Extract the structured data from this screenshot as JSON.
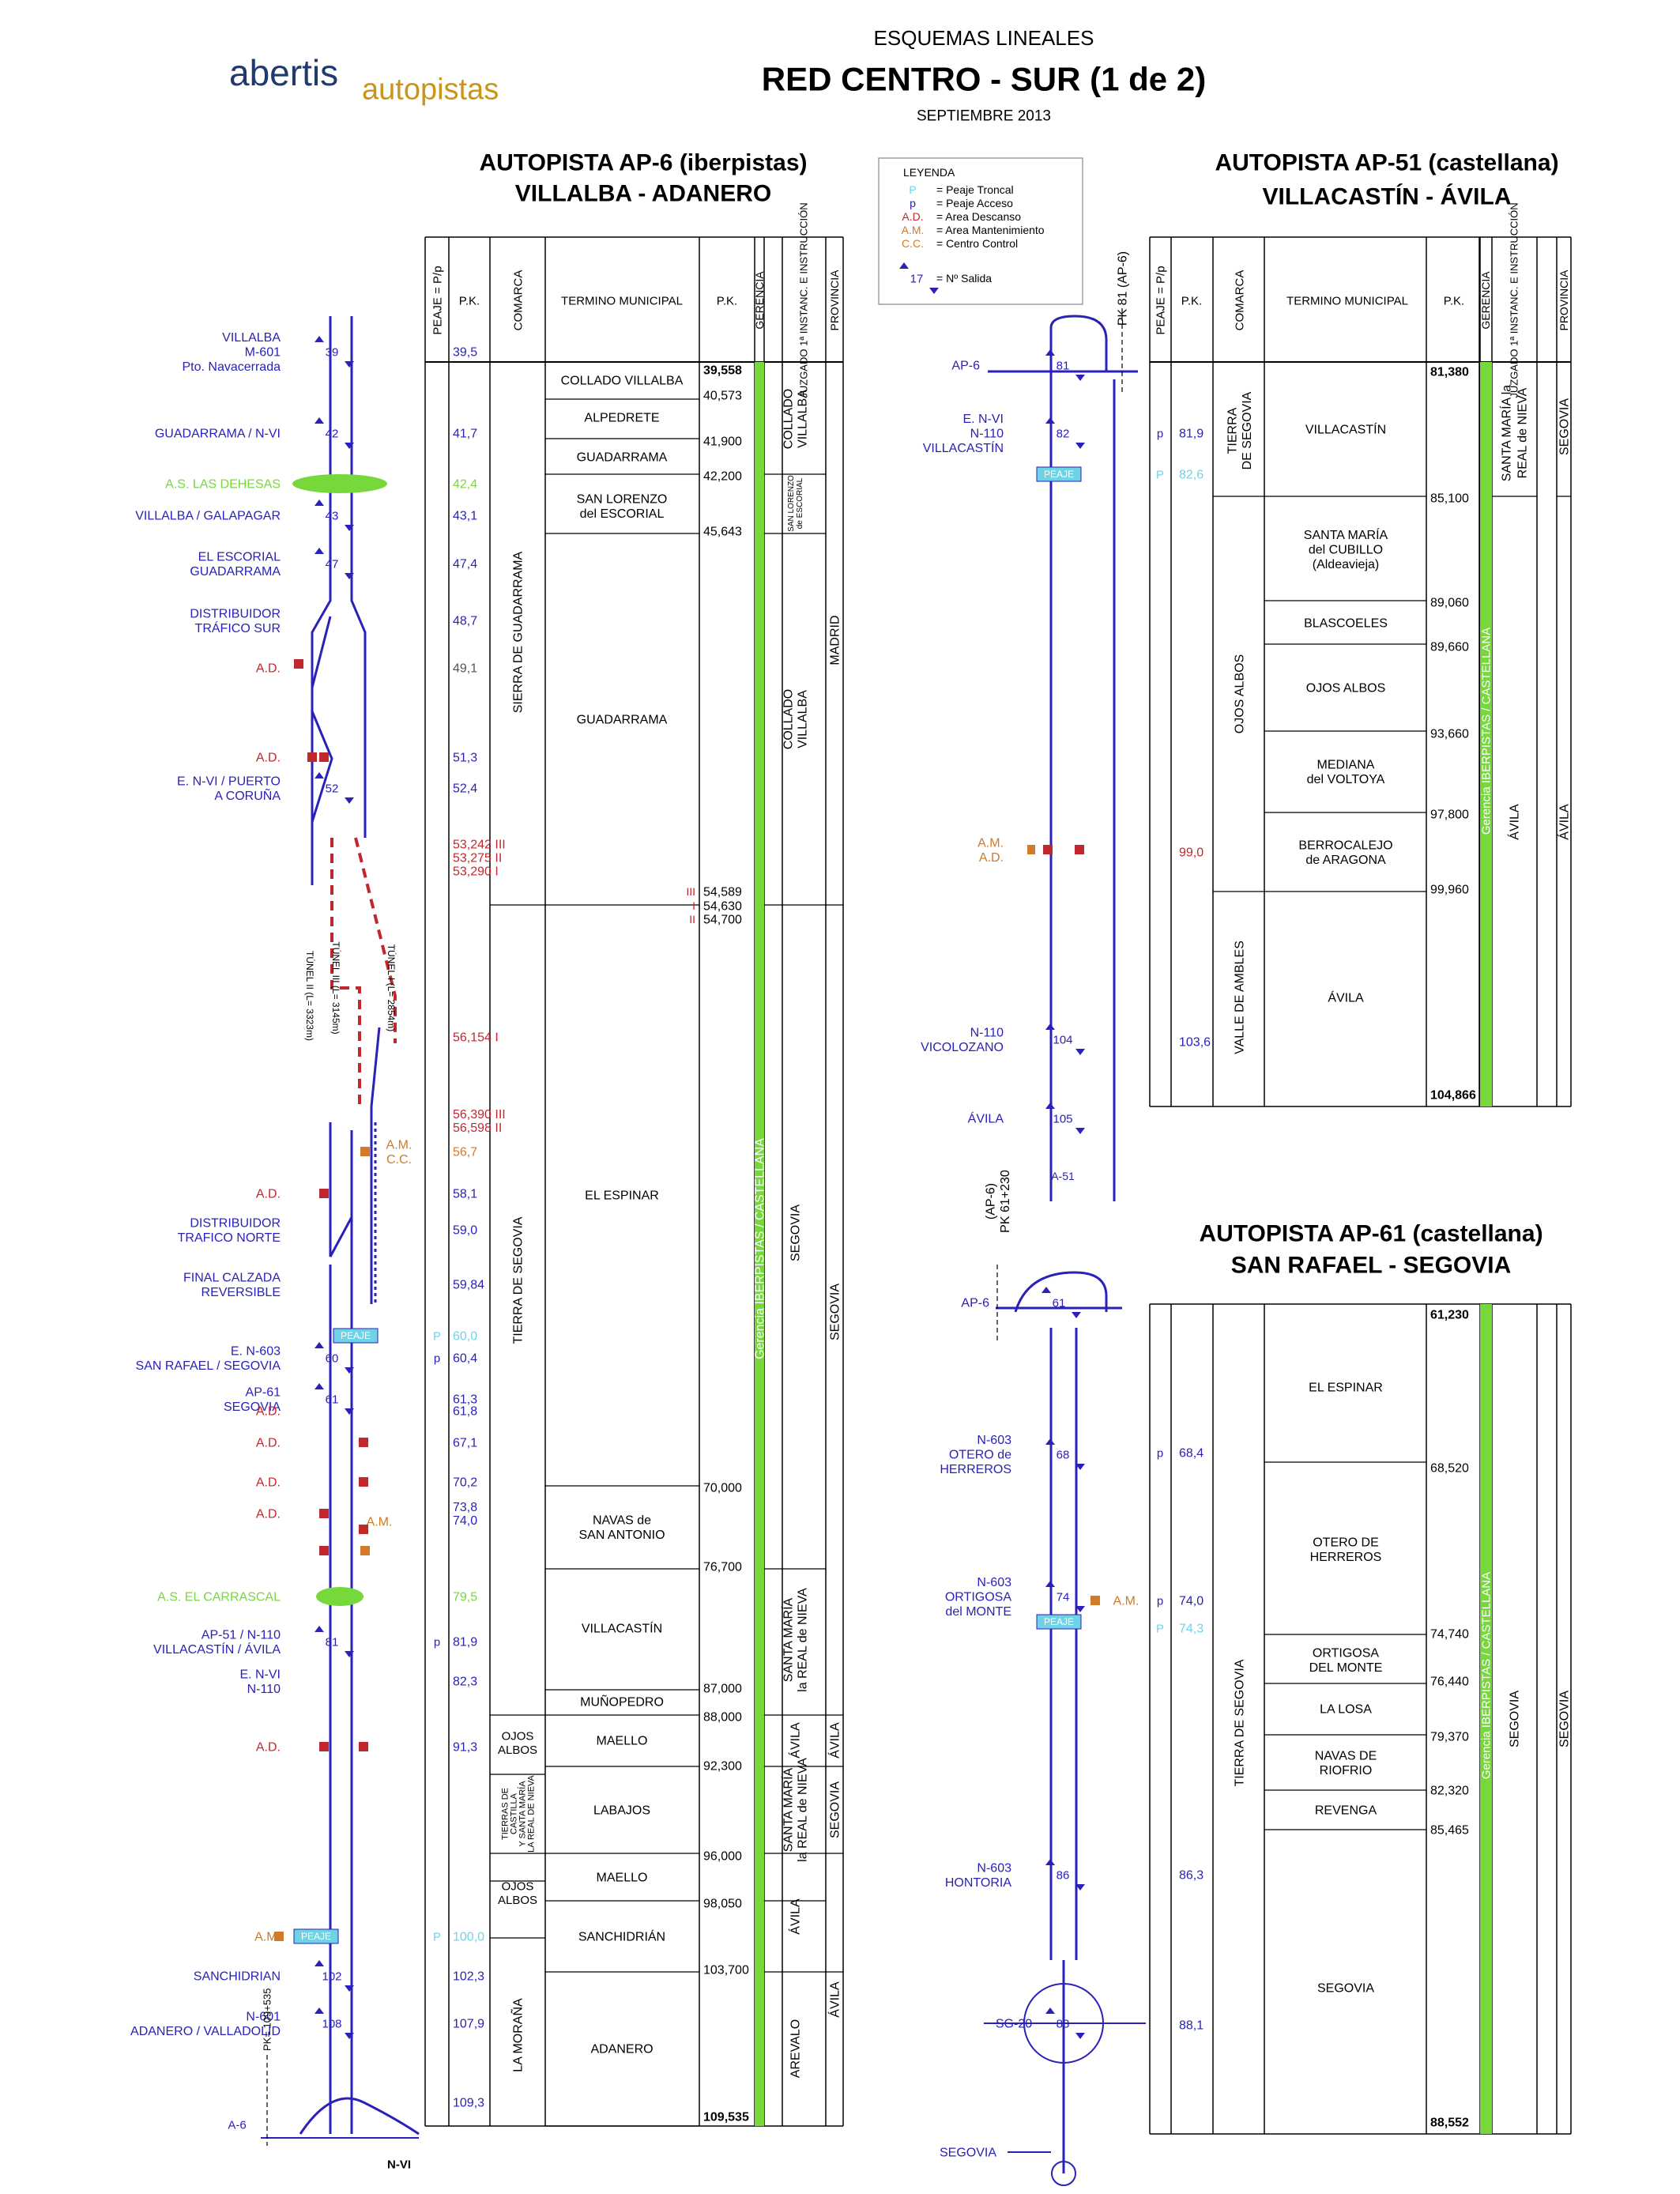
{
  "header": {
    "logo_a": "abertis",
    "logo_b": "autopistas",
    "supertitle": "ESQUEMAS LINEALES",
    "title": "RED CENTRO - SUR (1 de 2)",
    "date": "SEPTIEMBRE 2013"
  },
  "colors": {
    "blue": "#2a22b8",
    "red": "#c0282d",
    "orange": "#d07a2a",
    "green": "#76d83a",
    "cyan": "#6fd3e6",
    "darkred": "#9b1b1b"
  },
  "legend": {
    "title": "LEYENDA",
    "items": [
      {
        "sym": "P",
        "text": "=  Peaje Troncal",
        "color": "#6fd3e6"
      },
      {
        "sym": "p",
        "text": "=  Peaje Acceso",
        "color": "#2a22b8"
      },
      {
        "sym": "A.D.",
        "text": "=  Area Descanso",
        "color": "#c0282d"
      },
      {
        "sym": "A.M.",
        "text": "=  Area Mantenimiento",
        "color": "#d07a2a"
      },
      {
        "sym": "C.C.",
        "text": "=  Centro Control",
        "color": "#d07a2a"
      }
    ],
    "exit_sym": "17",
    "exit_text": "=  Nº Salida"
  },
  "ap6": {
    "title1": "AUTOPISTA  AP-6 (iberpistas)",
    "title2": "VILLALBA - ADANERO",
    "col_peaje": "PEAJE = P/p",
    "col_pk": "P.K.",
    "col_comarca": "COMARCA",
    "col_termino": "TERMINO MUNICIPAL",
    "col_pk2": "P.K.",
    "col_gerencia": "GERENCIA",
    "col_juzgado": "JUZGADO 1ª INSTANC. E INSTRUCCIÓN",
    "col_provincia": "PROVINCIA",
    "gerencia_label": "Gerencia IBERPISTAS / CASTELLANA",
    "rows": [
      {
        "label": "VILLALBA\nM-601\nPto. Navacerrada",
        "color": "#2a22b8",
        "exit": "39",
        "pk": "39,5",
        "pkc": "#2a22b8"
      },
      {
        "label": "GUADARRAMA / N-VI",
        "color": "#2a22b8",
        "exit": "42",
        "pk": "41,7",
        "pkc": "#2a22b8"
      },
      {
        "label": "A.S. LAS DEHESAS",
        "color": "#76d83a",
        "pk": "42,4",
        "pkc": "#76d83a"
      },
      {
        "label": "VILLALBA / GALAPAGAR",
        "color": "#2a22b8",
        "exit": "43",
        "pk": "43,1",
        "pkc": "#2a22b8"
      },
      {
        "label": "EL ESCORIAL\nGUADARRAMA",
        "color": "#2a22b8",
        "exit": "47",
        "pk": "47,4",
        "pkc": "#2a22b8"
      },
      {
        "label": "DISTRIBUIDOR\nTRÁFICO SUR",
        "color": "#2a22b8",
        "pk": "48,7",
        "pkc": "#2a22b8"
      },
      {
        "label": "A.D.",
        "color": "#c0282d",
        "pk": "49,1",
        "pkc": "#555555"
      },
      {
        "label": "A.D.",
        "color": "#c0282d",
        "pk": "51,3",
        "pkc": "#2a22b8"
      },
      {
        "label": "E. N-VI / PUERTO\nA CORUÑA",
        "color": "#2a22b8",
        "exit": "52",
        "pk": "52,4",
        "pkc": "#2a22b8"
      },
      {
        "pk": "53,242  III\n53,275  II\n53,290  I",
        "pkc": "#c0282d"
      },
      {
        "pk": "56,154  I",
        "pkc": "#c0282d"
      },
      {
        "pk": "56,390  III\n56,598  II",
        "pkc": "#c0282d"
      },
      {
        "label": "A.M.\nC.C.",
        "color": "#d07a2a",
        "pk": "56,7",
        "pkc": "#d07a2a"
      },
      {
        "label": "A.D.",
        "color": "#c0282d",
        "pk": "58,1",
        "pkc": "#2a22b8"
      },
      {
        "label": "DISTRIBUIDOR\nTRAFICO NORTE",
        "color": "#2a22b8",
        "pk": "59,0",
        "pkc": "#2a22b8"
      },
      {
        "label": "FINAL CALZADA\nREVERSIBLE",
        "color": "#2a22b8",
        "pk": "59,84",
        "pkc": "#2a22b8"
      },
      {
        "label": "PEAJE",
        "color": "#6fd3e6",
        "peaje": "P",
        "pk": "60,0",
        "pkc": "#6fd3e6"
      },
      {
        "label": "E. N-603\nSAN RAFAEL / SEGOVIA",
        "color": "#2a22b8",
        "exit": "60",
        "peaje": "p",
        "pk": "60,4",
        "pkc": "#2a22b8"
      },
      {
        "label": "AP-61\nSEGOVIA",
        "color": "#2a22b8",
        "exit": "61",
        "pk": "61,3",
        "pkc": "#2a22b8"
      },
      {
        "label": "A.D.",
        "color": "#c0282d",
        "pk": "61,8",
        "pkc": "#2a22b8"
      },
      {
        "label": "A.D.",
        "color": "#c0282d",
        "pk": "67,1",
        "pkc": "#2a22b8"
      },
      {
        "label": "A.D.",
        "color": "#c0282d",
        "pk": "70,2",
        "pkc": "#2a22b8"
      },
      {
        "label": "A.D.",
        "color": "#c0282d",
        "pk": "73,8\n74,0",
        "pkc": "#2a22b8"
      },
      {
        "label": "A.M.",
        "color": "#d07a2a"
      },
      {
        "label": "A.S. EL CARRASCAL",
        "color": "#76d83a",
        "pk": "79,5",
        "pkc": "#76d83a"
      },
      {
        "label": "AP-51 / N-110\nVILLACASTÍN / ÁVILA",
        "color": "#2a22b8",
        "exit": "81",
        "peaje": "p",
        "pk": "81,9",
        "pkc": "#2a22b8"
      },
      {
        "label": "E. N-VI\nN-110",
        "color": "#2a22b8",
        "pk": "82,3",
        "pkc": "#2a22b8"
      },
      {
        "label": "A.D.",
        "color": "#c0282d",
        "pk": "91,3",
        "pkc": "#2a22b8"
      },
      {
        "label": "A.M.",
        "color": "#d07a2a",
        "peaje": "P",
        "pk": "100,0",
        "pkc": "#6fd3e6"
      },
      {
        "label": "SANCHIDRIAN",
        "color": "#2a22b8",
        "exit": "102",
        "pk": "102,3",
        "pkc": "#2a22b8"
      },
      {
        "label": "N-601\nADANERO / VALLADOLID",
        "color": "#2a22b8",
        "exit": "108",
        "pk": "107,9",
        "pkc": "#2a22b8"
      },
      {
        "pk": "109,3",
        "pkc": "#2a22b8"
      }
    ],
    "comarcas": [
      "SIERRA DE GUADARRAMA",
      "TIERRA DE SEGOVIA",
      "OJOS\nALBOS",
      "TIERRAS DE\nCASTILLA\nY SANTA MARÍA\nLA REAL DE NIEVA",
      "OJOS\nALBOS",
      "LA MORAÑA"
    ],
    "municipios": [
      "COLLADO VILLALBA",
      "ALPEDRETE",
      "GUADARRAMA",
      "SAN LORENZO\ndel ESCORIAL",
      "GUADARRAMA",
      "EL ESPINAR",
      "NAVAS de\nSAN ANTONIO",
      "VILLACASTÍN",
      "MUÑOPEDRO",
      "MAELLO",
      "LABAJOS",
      "MAELLO",
      "SANCHIDRIÁN",
      "ADANERO"
    ],
    "pk2": [
      "39,558",
      "40,573",
      "41,900",
      "42,200",
      "45,643",
      "54,589",
      "54,630",
      "54,700",
      "70,000",
      "76,700",
      "87,000",
      "88,000",
      "92,300",
      "96,000",
      "98,050",
      "103,700",
      "109,535"
    ],
    "tunnel_marks": [
      "III",
      "I",
      "II"
    ],
    "juzgados": [
      "COLLADO\nVILLALBA",
      "SAN LORENZO\nde ESCORIAL",
      "COLLADO\nVILLALBA",
      "SEGOVIA",
      "SANTA MARÍA\nla REAL de NIEVA",
      "ÁVILA",
      "SANTA MARÍA\nla REAL de NIEVA",
      "ÁVILA",
      "AREVALO"
    ],
    "provincias": [
      "MADRID",
      "SEGOVIA",
      "ÁVILA",
      "SEGOVIA",
      "ÁVILA"
    ],
    "tunnels": [
      "TÚNEL I (L= 2854m)",
      "TÚNEL II (L= 3323m)",
      "TÚNEL III (L= 3145m)"
    ],
    "bottom_pk": "PK= 109+535",
    "a6": "A-6",
    "nvi": "N-VI",
    "peaje_sign": "PEAJE"
  },
  "ap51": {
    "title1": "AUTOPISTA  AP-51 (castellana)",
    "title2": "VILLACASTÍN - ÁVILA",
    "pk_top": "PK 81 (AP-6)",
    "ap6": "AP-6",
    "exit81": "81",
    "labels": [
      {
        "label": "E. N-VI\nN-110\nVILLACASTÍN",
        "exit": "82"
      },
      {
        "label": "A.M.\nA.D."
      },
      {
        "label": "N-110\nVICOLOZANO",
        "exit": "104"
      },
      {
        "label": "ÁVILA",
        "exit": "105"
      }
    ],
    "a51": "A-51",
    "table": {
      "rows_pk": [
        {
          "peaje": "p",
          "pk": "81,9",
          "c": "#2a22b8"
        },
        {
          "peaje": "P",
          "pk": "82,6",
          "c": "#6fd3e6"
        },
        {
          "pk": "99,0",
          "c": "#c0282d"
        },
        {
          "pk": "103,6",
          "c": "#2a22b8"
        }
      ],
      "comarcas": [
        "TIERRA\nDE SEGOVIA",
        "OJOS ALBOS",
        "VALLE DE AMBLES"
      ],
      "municipios": [
        "VILLACASTÍN",
        "SANTA MARÍA\ndel CUBILLO\n(Aldeavieja)",
        "BLASCOELES",
        "OJOS ALBOS",
        "MEDIANA\ndel VOLTOYA",
        "BERROCALEJO\nde ARAGONA",
        "ÁVILA"
      ],
      "pk2": [
        "81,380",
        "85,100",
        "89,060",
        "89,660",
        "93,660",
        "97,800",
        "99,960",
        "104,866"
      ],
      "juzgado": "SANTA MARÍA la\nREAL de NIEVA",
      "juzgado2": "ÁVILA",
      "provincias": [
        "SEGOVIA",
        "ÁVILA"
      ]
    }
  },
  "ap61": {
    "title1": "AUTOPISTA  AP-61 (castellana)",
    "title2": "SAN RAFAEL - SEGOVIA",
    "pk_top": "(AP-6)\nPK 61+230",
    "ap6": "AP-6",
    "exit61": "61",
    "labels": [
      {
        "label": "N-603\nOTERO de\nHERREROS",
        "exit": "68"
      },
      {
        "label": "N-603\nORTIGOSA\ndel MONTE",
        "exit": "74"
      },
      {
        "label": "A.M."
      },
      {
        "label": "N-603\nHONTORIA",
        "exit": "86"
      },
      {
        "label": "SG-20",
        "exit": "88"
      },
      {
        "label": "SEGOVIA"
      }
    ],
    "table": {
      "rows_pk": [
        {
          "peaje": "p",
          "pk": "68,4",
          "c": "#2a22b8"
        },
        {
          "peaje": "p",
          "pk": "74,0",
          "c": "#2a22b8"
        },
        {
          "peaje": "P",
          "pk": "74,3",
          "c": "#6fd3e6"
        },
        {
          "pk": "86,3",
          "c": "#2a22b8"
        },
        {
          "pk": "88,1",
          "c": "#2a22b8"
        }
      ],
      "comarca": "TIERRA DE SEGOVIA",
      "municipios": [
        "EL ESPINAR",
        "OTERO DE\nHERREROS",
        "ORTIGOSA\nDEL MONTE",
        "LA LOSA",
        "NAVAS DE\nRIOFRIO",
        "REVENGA",
        "SEGOVIA"
      ],
      "pk2": [
        "61,230",
        "68,520",
        "74,740",
        "76,440",
        "79,370",
        "82,320",
        "85,465",
        "88,552"
      ],
      "juzgado": "SEGOVIA",
      "provincia": "SEGOVIA"
    }
  }
}
